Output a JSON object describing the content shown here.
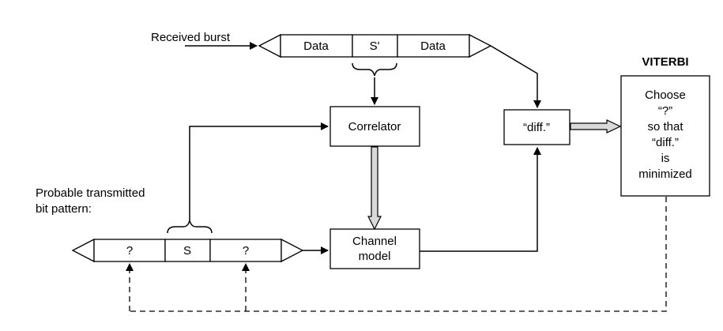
{
  "diagram": {
    "received_label": "Received burst",
    "received_burst": {
      "data_left": "Data",
      "sync": "S'",
      "data_right": "Data"
    },
    "probable_label_line1": "Probable transmitted",
    "probable_label_line2": "bit pattern:",
    "probable_burst": {
      "unknown_left": "?",
      "sync": "S",
      "unknown_right": "?"
    },
    "correlator": "Correlator",
    "channel_model_line1": "Channel",
    "channel_model_line2": "model",
    "diff": "“diff.”",
    "viterbi_title": "VITERBI",
    "viterbi_text": [
      "Choose",
      "“?”",
      "so that",
      "“diff.”",
      "is",
      "minimized"
    ]
  }
}
